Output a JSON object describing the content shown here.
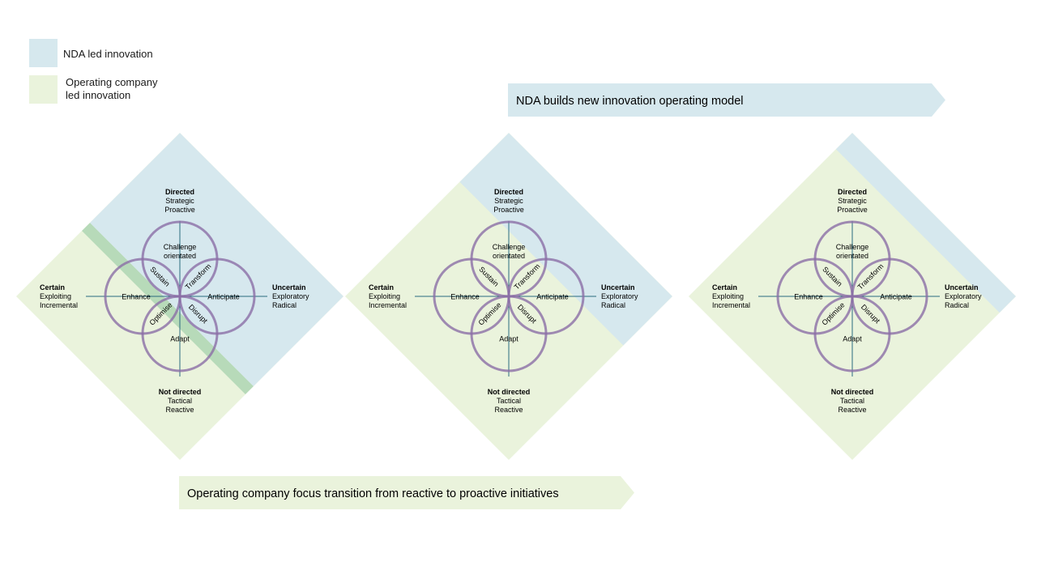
{
  "colors": {
    "nda": "#d6e8ee",
    "operating": "#eaf3dc",
    "band": "#a6d2ae",
    "circle": "#8b6ea6",
    "axis": "#2b6b7f"
  },
  "legend": {
    "nda_label": "NDA led innovation",
    "operating_label_line1": "Operating company",
    "operating_label_line2": "led innovation"
  },
  "banners": {
    "top": "NDA builds new innovation operating model",
    "bottom": "Operating company focus transition from reactive to proactive initiatives"
  },
  "diagram_labels": {
    "top": [
      "Directed",
      "Strategic",
      "Proactive"
    ],
    "bottom": [
      "Not directed",
      "Tactical",
      "Reactive"
    ],
    "left": [
      "Certain",
      "Exploiting",
      "Incremental"
    ],
    "right": [
      "Uncertain",
      "Exploratory",
      "Radical"
    ],
    "challenge": [
      "Challenge",
      "orientated"
    ],
    "enhance": "Enhance",
    "anticipate": "Anticipate",
    "adapt": "Adapt",
    "sustain": "Sustain",
    "transform": "Transform",
    "optimise": "Optimise",
    "disrupt": "Disrupt"
  },
  "diagrams": [
    {
      "name": "diagram-1",
      "nda_share": 0.55,
      "band": true
    },
    {
      "name": "diagram-2",
      "nda_share": 0.3,
      "band": false
    },
    {
      "name": "diagram-3",
      "nda_share": 0.1,
      "band": false
    }
  ]
}
